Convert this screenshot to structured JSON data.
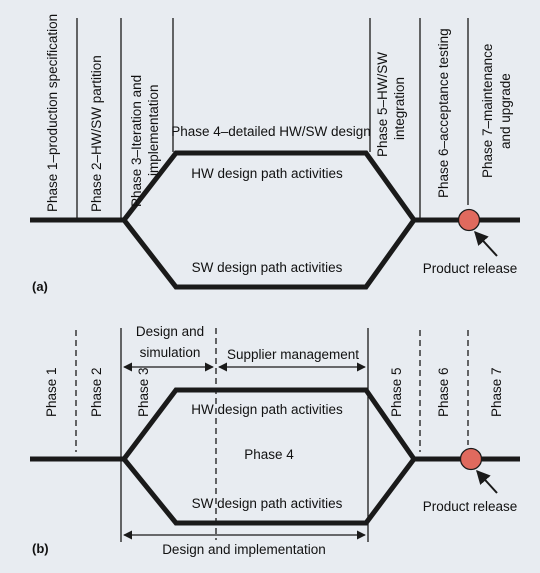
{
  "panel_a": {
    "tag": "(a)",
    "phases": [
      "Phase 1–production specification",
      "Phase 2–HW/SW partition",
      "Phase 3–Iteration and",
      "implementation",
      "Phase 4–detailed HW/SW design",
      "Phase 5–HW/SW",
      "integration",
      "Phase 6–acceptance testing",
      "Phase 7–maintenance",
      "and upgrade"
    ],
    "hw_path": "HW design path activities",
    "sw_path": "SW design path activities",
    "release": "Product release"
  },
  "panel_b": {
    "tag": "(b)",
    "phases": [
      "Phase 1",
      "Phase 2",
      "Phase 3",
      "Phase 5",
      "Phase 6",
      "Phase 7"
    ],
    "phase4": "Phase 4",
    "design_sim": [
      "Design and",
      "simulation"
    ],
    "supplier": "Supplier management",
    "hw_path": "HW design path activities",
    "sw_path": "SW design path activities",
    "design_impl": "Design and implementation",
    "release": "Product release"
  },
  "colors": {
    "background": "#e8ecf1",
    "line": "#1a1a1a",
    "release_marker": "#e06a5e"
  }
}
